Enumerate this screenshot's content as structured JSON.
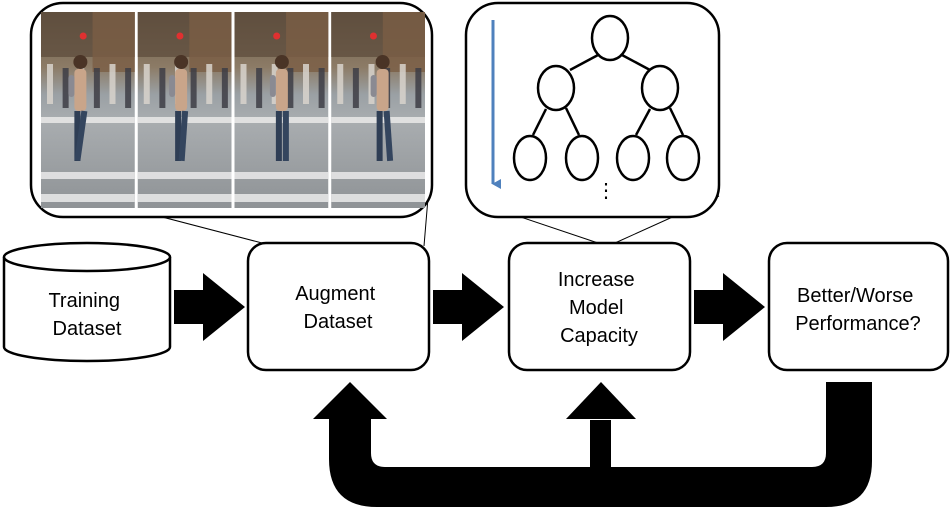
{
  "nodes": {
    "training_dataset": [
      "Training",
      "Dataset"
    ],
    "augment_dataset": [
      "Augment",
      "Dataset"
    ],
    "increase_capacity": [
      "Increase",
      "Model",
      "Capacity"
    ],
    "performance": [
      "Better/Worse",
      "Performance?"
    ]
  },
  "tree_ellipsis": "⋮",
  "colors": {
    "stroke": "#000000",
    "background": "#ffffff",
    "depth_arrow": "#4f81bd"
  },
  "images": {
    "pedestrian_frames": 4
  }
}
